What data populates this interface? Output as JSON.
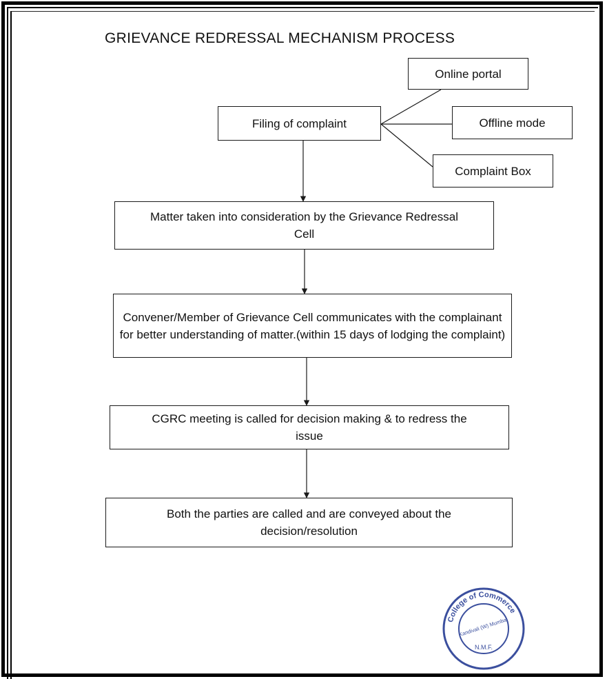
{
  "title": "GRIEVANCE REDRESSAL MECHANISM PROCESS",
  "channels": {
    "online": "Online portal",
    "offline": "Offline mode",
    "box": "Complaint Box"
  },
  "steps": {
    "filing": "Filing of complaint",
    "consideration": "Matter taken into consideration by the Grievance Redressal Cell",
    "communication": "Convener/Member of Grievance Cell communicates with the complainant for better understanding of matter.(within 15 days of lodging the complaint)",
    "meeting": "CGRC meeting is called for decision making & to redress the issue",
    "resolution": "Both the parties are called and are conveyed about the decision/resolution"
  },
  "seal": {
    "ring_text": "College of Commerce",
    "center_text": "Kandivali (W) Mumbai",
    "bottom_text": "N.M.F."
  }
}
